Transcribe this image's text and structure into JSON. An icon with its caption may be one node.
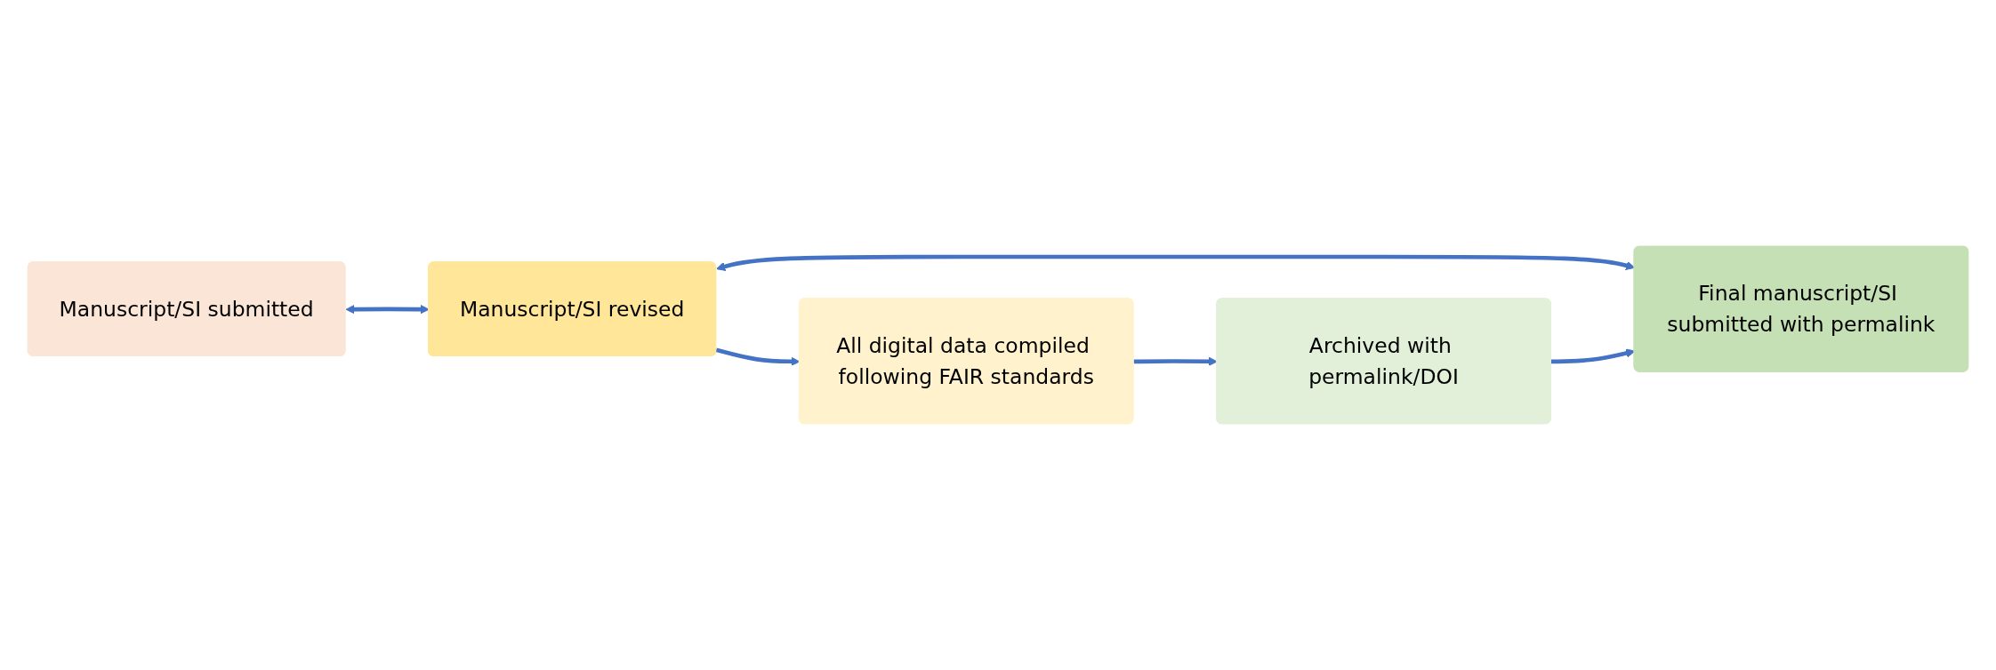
{
  "diagram": {
    "nodes": [
      {
        "text": [
          "Manuscript/SI submitted"
        ]
      },
      {
        "text": [
          "Manuscript/SI revised"
        ]
      },
      {
        "text": [
          "Final manuscript/SI submitted with permalink"
        ]
      },
      {
        "text": [
          "All digital data compiled following FAIR standards"
        ]
      },
      {
        "text": [
          "Archived with permalink/DOI"
        ]
      }
    ],
    "edges": [
      {
        "from": 0,
        "to": 1,
        "arrow": "both"
      },
      {
        "from": 1,
        "to": 2,
        "arrow": "both"
      },
      {
        "from": 1,
        "to": 3,
        "arrow": "to"
      },
      {
        "from": 3,
        "to": 4,
        "arrow": "to"
      },
      {
        "from": 4,
        "to": 2,
        "arrow": "to"
      }
    ]
  }
}
